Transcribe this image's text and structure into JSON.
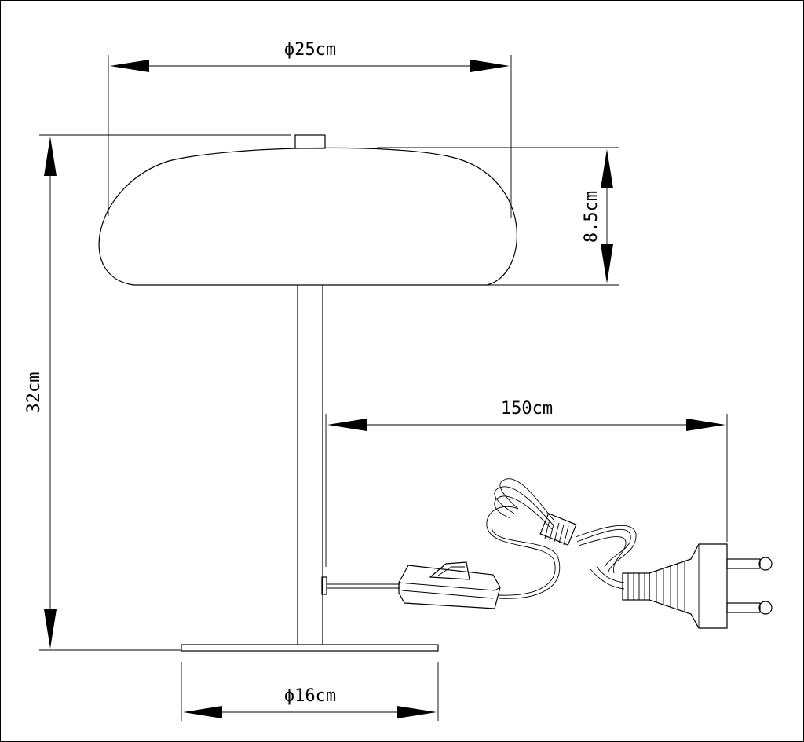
{
  "diagram": {
    "dimensions": {
      "shade_diameter": "ϕ25cm",
      "shade_height": "8.5cm",
      "total_height": "32cm",
      "cable_length": "150cm",
      "base_diameter": "ϕ16cm"
    }
  }
}
